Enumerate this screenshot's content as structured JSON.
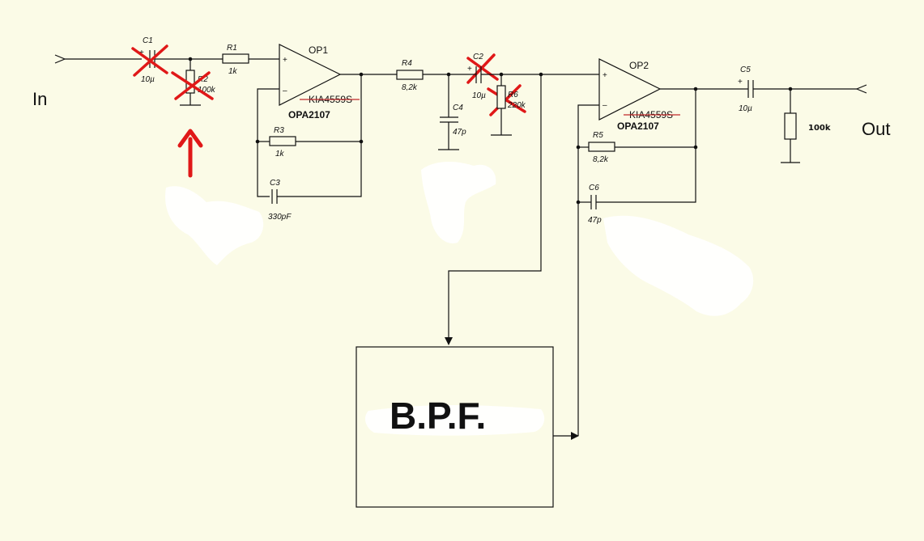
{
  "labels": {
    "input": "In",
    "output": "Out",
    "op1": "OP1",
    "op2": "OP2",
    "op1_old": "KIA4559S",
    "op2_old": "KIA4559S",
    "op1_new": "OPA2107",
    "op2_new": "OPA2107",
    "plus": "+",
    "minus": "–",
    "bpf": "B.P.F."
  },
  "components": {
    "c1": {
      "name": "C1",
      "value": "10µ"
    },
    "r2": {
      "name": "R2",
      "value": "100k"
    },
    "r1": {
      "name": "R1",
      "value": "1k"
    },
    "r3": {
      "name": "R3",
      "value": "1k"
    },
    "c3": {
      "name": "C3",
      "value": "330pF"
    },
    "r4": {
      "name": "R4",
      "value": "8,2k"
    },
    "c4": {
      "name": "C4",
      "value": "47p"
    },
    "c2": {
      "name": "C2",
      "value": "10µ"
    },
    "r6": {
      "name": "R6",
      "value": "220k"
    },
    "r5": {
      "name": "R5",
      "value": "8,2k"
    },
    "c6": {
      "name": "C6",
      "value": "47p"
    },
    "c5": {
      "name": "C5",
      "value": "10µ"
    },
    "rout": {
      "value": "100k"
    }
  },
  "colors": {
    "background": "#fbfbe7",
    "wire": "#111111",
    "markup_red": "#e01818"
  }
}
